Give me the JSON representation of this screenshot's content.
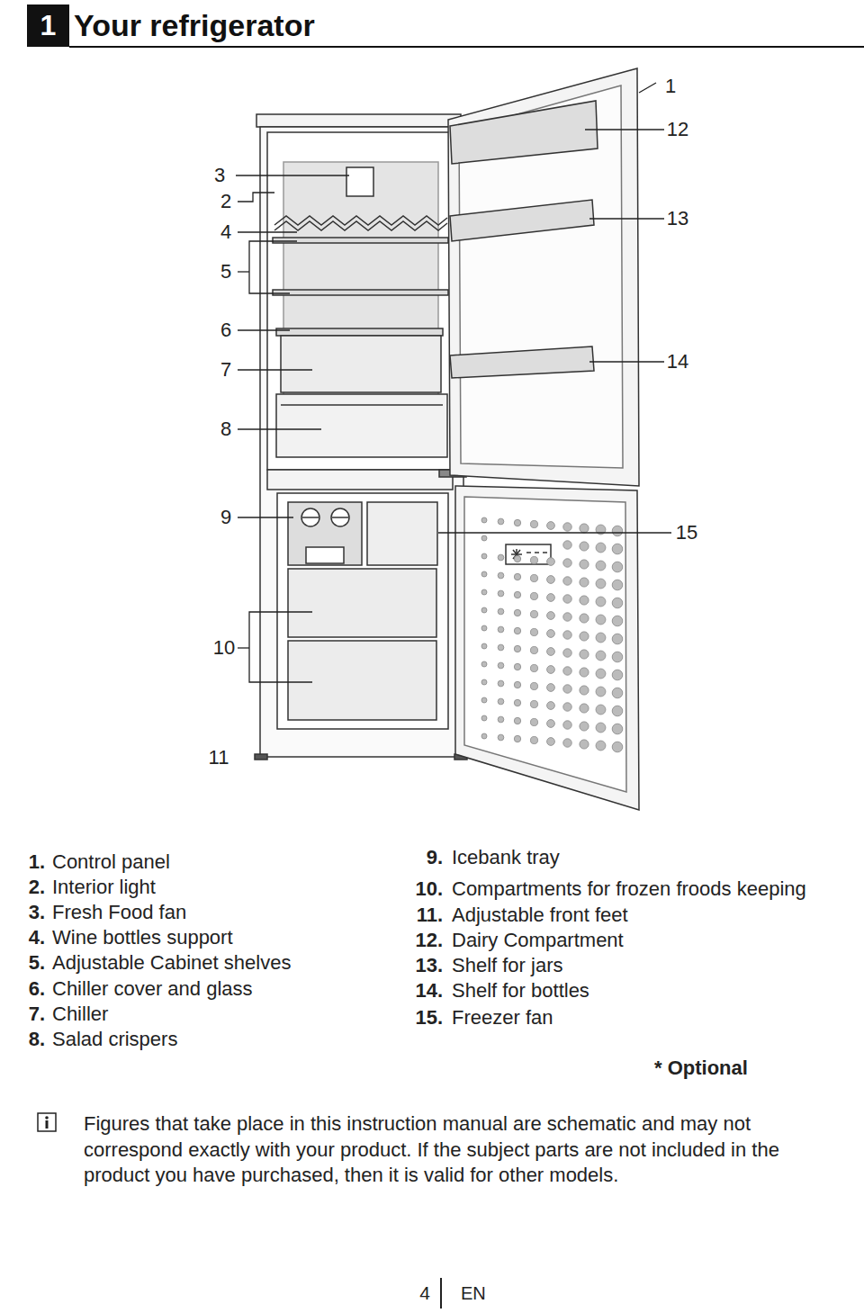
{
  "diagram": {
    "title": "Your refrigerator",
    "nodes": [
      {
        "text": [
          "1"
        ]
      }
    ],
    "labels": [
      "3",
      "2",
      "4",
      "5",
      "6",
      "7",
      "8",
      "9",
      "10",
      "11",
      "1",
      "12",
      "13",
      "14",
      "15",
      "1.",
      "Control panel",
      "2.",
      "Interior light",
      "3.",
      "Fresh Food fan",
      "4.",
      "Wine bottles support",
      "5.",
      "Adjustable Cabinet shelves",
      "6.",
      "Chiller cover and glass",
      "7.",
      "Chiller",
      "8.",
      "Salad crispers",
      "9.",
      "Icebank tray",
      "10.",
      "Compartments for frozen froods keeping",
      "11.",
      "Adjustable front feet",
      "12.",
      "Dairy Compartment",
      "13.",
      "Shelf for jars",
      "14.",
      "Shelf for bottles",
      "15.",
      "Freezer fan",
      "* Optional",
      "Figures that take place in this instruction manual are schematic and may not correspond exactly with your product. If the subject parts are not included in the product you have purchased, then it is valid for other models.",
      "4",
      "EN"
    ]
  }
}
